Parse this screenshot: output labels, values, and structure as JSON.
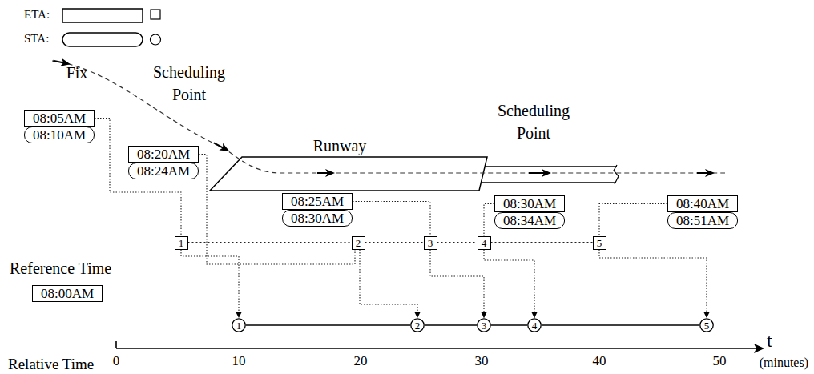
{
  "diagram": {
    "nodes": [
      {
        "text": [
          "08:05AM"
        ]
      },
      {
        "text": [
          "08:10AM"
        ]
      },
      {
        "text": [
          "08:20AM"
        ]
      },
      {
        "text": [
          "08:24AM"
        ]
      },
      {
        "text": [
          "08:25AM"
        ]
      },
      {
        "text": [
          "08:30AM"
        ]
      },
      {
        "text": [
          "08:30AM"
        ]
      },
      {
        "text": [
          "08:34AM"
        ]
      },
      {
        "text": [
          "08:40AM"
        ]
      },
      {
        "text": [
          "08:51AM"
        ]
      },
      {
        "text": [
          "08:00AM"
        ]
      },
      {
        "text": [
          "1"
        ]
      },
      {
        "text": [
          "2"
        ]
      },
      {
        "text": [
          "3"
        ]
      },
      {
        "text": [
          "4"
        ]
      },
      {
        "text": [
          "5"
        ]
      },
      {
        "text": [
          "1"
        ]
      },
      {
        "text": [
          "2"
        ]
      },
      {
        "text": [
          "3"
        ]
      },
      {
        "text": [
          "4"
        ]
      },
      {
        "text": [
          "5"
        ]
      }
    ],
    "edges": [
      {
        "from": 0,
        "to": 11,
        "arrow": "none"
      },
      {
        "from": 2,
        "to": 12,
        "arrow": "none"
      },
      {
        "from": 4,
        "to": 13,
        "arrow": "none"
      },
      {
        "from": 6,
        "to": 14,
        "arrow": "none"
      },
      {
        "from": 8,
        "to": 15,
        "arrow": "none"
      },
      {
        "from": 11,
        "to": 16,
        "arrow": "to"
      },
      {
        "from": 12,
        "to": 17,
        "arrow": "to"
      },
      {
        "from": 13,
        "to": 18,
        "arrow": "to"
      },
      {
        "from": 14,
        "to": 19,
        "arrow": "to"
      },
      {
        "from": 15,
        "to": 20,
        "arrow": "to"
      },
      {
        "from": 11,
        "to": 12,
        "arrow": "none"
      },
      {
        "from": 12,
        "to": 13,
        "arrow": "none"
      },
      {
        "from": 13,
        "to": 14,
        "arrow": "none"
      },
      {
        "from": 14,
        "to": 15,
        "arrow": "none"
      },
      {
        "from": 16,
        "to": 17,
        "arrow": "none"
      },
      {
        "from": 17,
        "to": 18,
        "arrow": "none"
      },
      {
        "from": 18,
        "to": 19,
        "arrow": "none"
      },
      {
        "from": 19,
        "to": 20,
        "arrow": "none"
      }
    ],
    "labels": [
      "Fix",
      "Scheduling Point",
      "Runway",
      "Scheduling Point",
      "Reference Time",
      "0",
      "10",
      "20",
      "30",
      "40",
      "50",
      "t",
      "(minutes)",
      "Relative Time"
    ],
    "legend": [
      {
        "text": "ETA:"
      },
      {
        "text": "STA:"
      }
    ]
  }
}
